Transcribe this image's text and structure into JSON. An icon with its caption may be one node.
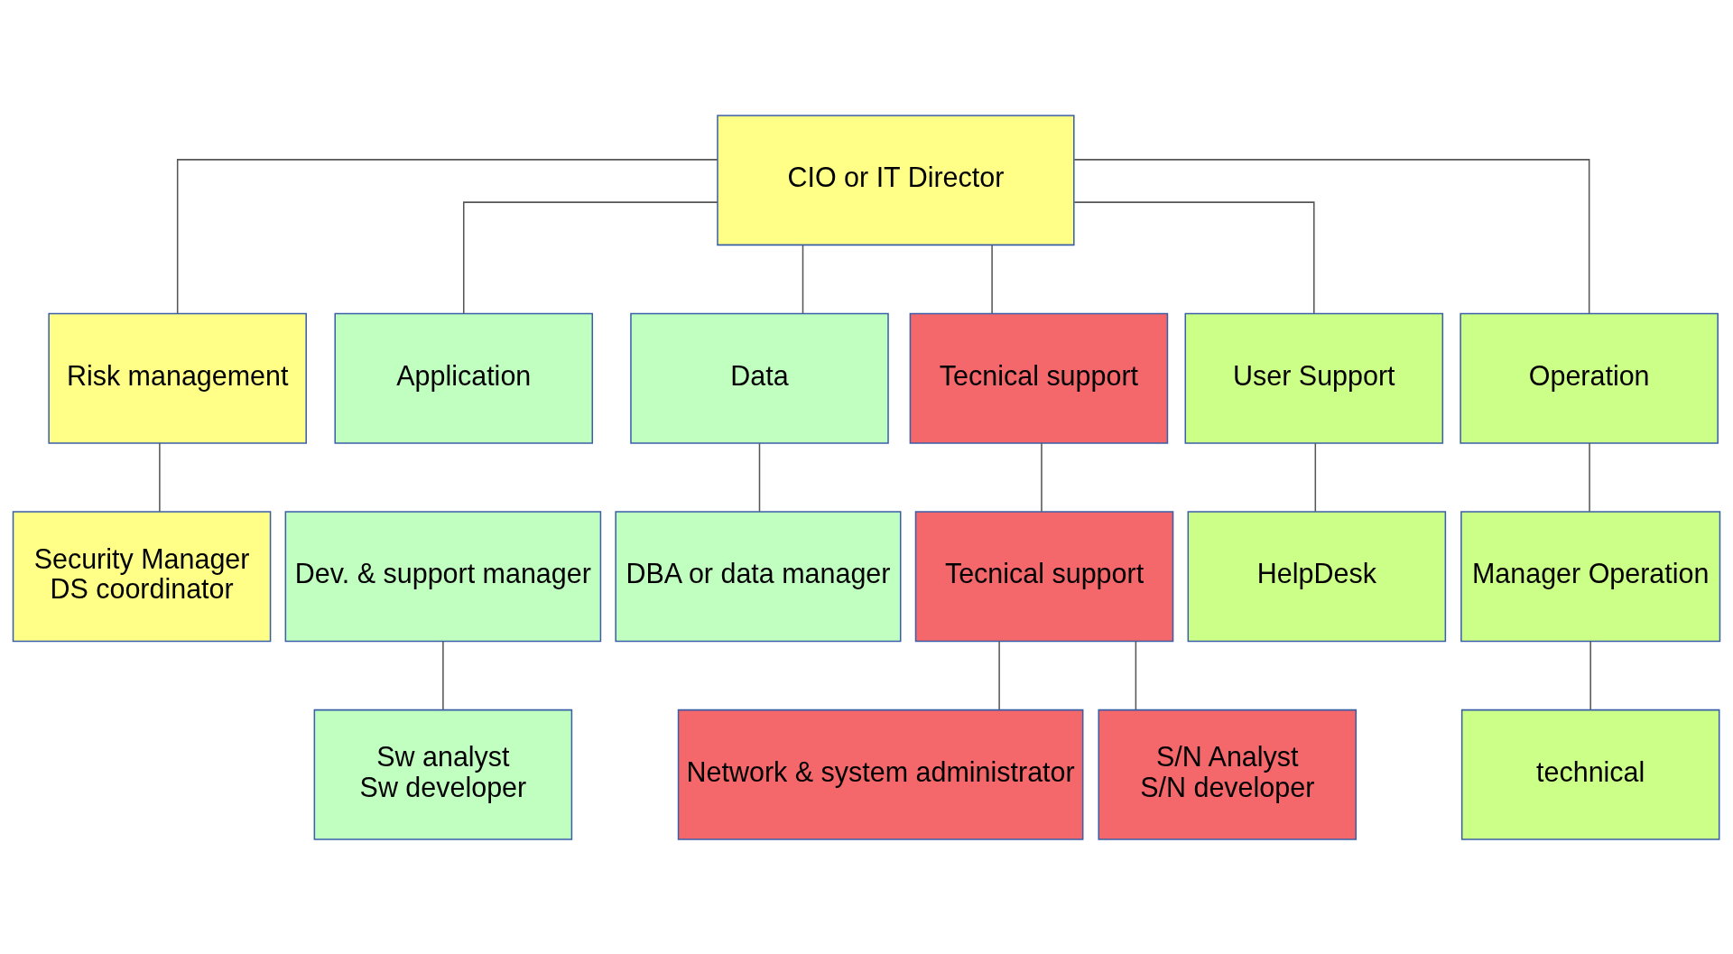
{
  "diagram": {
    "nodes": [
      {
        "text": [
          "CIO or IT Director"
        ]
      },
      {
        "text": [
          "Risk management"
        ]
      },
      {
        "text": [
          "Application"
        ]
      },
      {
        "text": [
          "Data"
        ]
      },
      {
        "text": [
          "Tecnical support"
        ]
      },
      {
        "text": [
          "User Support"
        ]
      },
      {
        "text": [
          "Operation"
        ]
      },
      {
        "text": [
          "Security Manager",
          "DS coordinator"
        ]
      },
      {
        "text": [
          "Dev. & support manager"
        ]
      },
      {
        "text": [
          "DBA or data manager"
        ]
      },
      {
        "text": [
          "Tecnical support"
        ]
      },
      {
        "text": [
          "HelpDesk"
        ]
      },
      {
        "text": [
          "Manager Operation"
        ]
      },
      {
        "text": [
          "Sw analyst",
          "Sw developer"
        ]
      },
      {
        "text": [
          "Network & system administrator"
        ]
      },
      {
        "text": [
          "S/N Analyst",
          "S/N developer"
        ]
      },
      {
        "text": [
          "technical"
        ]
      }
    ],
    "edges": [
      {
        "from": 0,
        "to": 1,
        "arrow": "none"
      },
      {
        "from": 0,
        "to": 2,
        "arrow": "none"
      },
      {
        "from": 0,
        "to": 3,
        "arrow": "none"
      },
      {
        "from": 0,
        "to": 4,
        "arrow": "none"
      },
      {
        "from": 0,
        "to": 5,
        "arrow": "none"
      },
      {
        "from": 0,
        "to": 6,
        "arrow": "none"
      },
      {
        "from": 1,
        "to": 7,
        "arrow": "none"
      },
      {
        "from": 3,
        "to": 9,
        "arrow": "none"
      },
      {
        "from": 4,
        "to": 10,
        "arrow": "none"
      },
      {
        "from": 5,
        "to": 11,
        "arrow": "none"
      },
      {
        "from": 6,
        "to": 12,
        "arrow": "none"
      },
      {
        "from": 8,
        "to": 13,
        "arrow": "none"
      },
      {
        "from": 10,
        "to": 14,
        "arrow": "none"
      },
      {
        "from": 10,
        "to": 15,
        "arrow": "none"
      },
      {
        "from": 12,
        "to": 16,
        "arrow": "none"
      }
    ]
  }
}
